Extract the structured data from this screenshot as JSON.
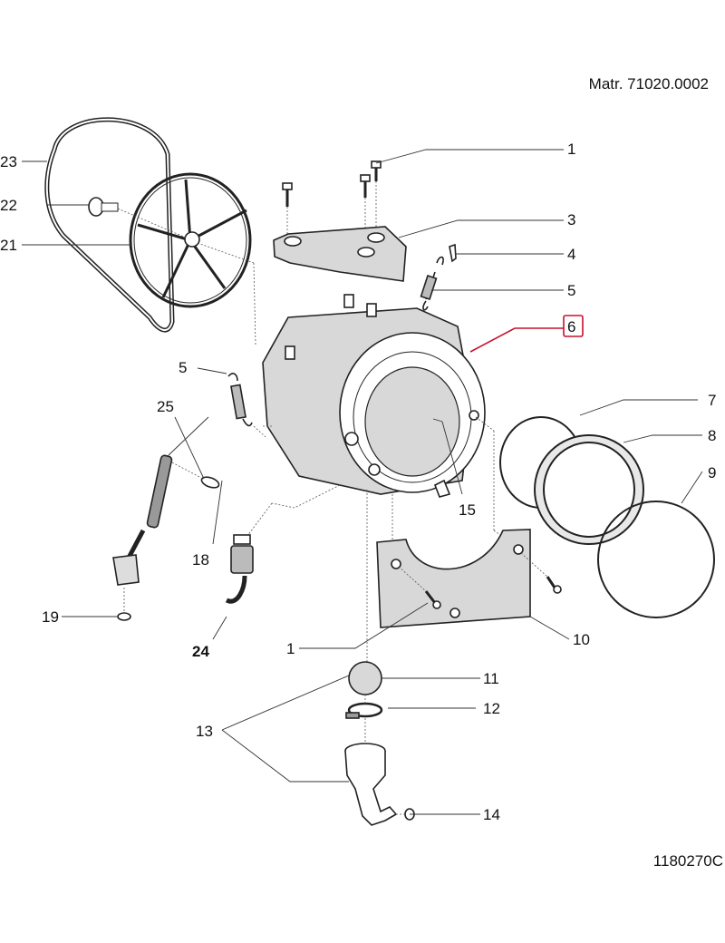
{
  "header": {
    "material_code": "Matr. 71020.0002"
  },
  "footer": {
    "drawing_code": "1180270C"
  },
  "highlight_color": "#c8102e",
  "callouts": {
    "c1a": "1",
    "c3": "3",
    "c4": "4",
    "c5a": "5",
    "c6": "6",
    "c7": "7",
    "c8": "8",
    "c9": "9",
    "c10": "10",
    "c11": "11",
    "c12": "12",
    "c13": "13",
    "c14": "14",
    "c15": "15",
    "c18": "18",
    "c19": "19",
    "c21": "21",
    "c22": "22",
    "c23": "23",
    "c24": "24",
    "c25": "25",
    "c5b": "5",
    "c1b": "1"
  },
  "parts": [
    {
      "ref": "1",
      "name": "screw"
    },
    {
      "ref": "3",
      "name": "counterweight-top"
    },
    {
      "ref": "4",
      "name": "clip"
    },
    {
      "ref": "5",
      "name": "spring"
    },
    {
      "ref": "6",
      "name": "tub-assembly",
      "highlighted": true
    },
    {
      "ref": "7",
      "name": "seal-ring"
    },
    {
      "ref": "8",
      "name": "front-flange"
    },
    {
      "ref": "9",
      "name": "gasket"
    },
    {
      "ref": "10",
      "name": "counterweight-front"
    },
    {
      "ref": "11",
      "name": "ball"
    },
    {
      "ref": "12",
      "name": "hose-clamp"
    },
    {
      "ref": "13",
      "name": "drain-hose"
    },
    {
      "ref": "14",
      "name": "small-clamp"
    },
    {
      "ref": "15",
      "name": "drum-paddle"
    },
    {
      "ref": "18",
      "name": "pin"
    },
    {
      "ref": "19",
      "name": "damper-foot"
    },
    {
      "ref": "21",
      "name": "pulley"
    },
    {
      "ref": "22",
      "name": "pulley-bolt"
    },
    {
      "ref": "23",
      "name": "drive-belt"
    },
    {
      "ref": "24",
      "name": "pressure-hose"
    },
    {
      "ref": "25",
      "name": "shock-absorber"
    }
  ]
}
